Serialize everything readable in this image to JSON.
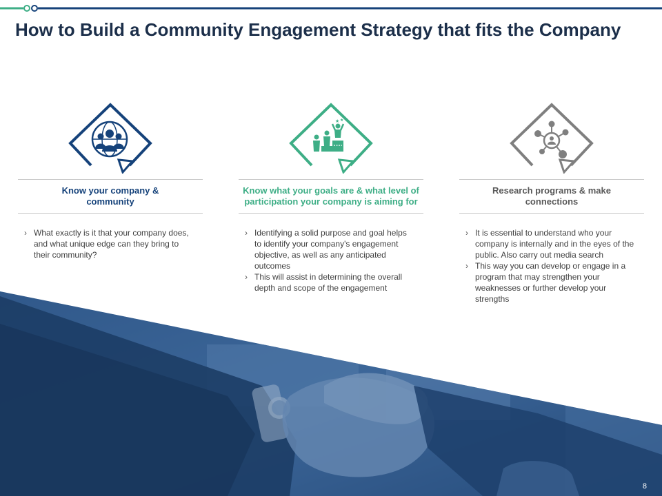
{
  "slide": {
    "title": "How to Build a Community Engagement Strategy that fits the Company",
    "page_number": "8"
  },
  "colors": {
    "navy": "#15427a",
    "teal": "#3eae86",
    "gray": "#7f7f7f",
    "title": "#1c2f4a"
  },
  "columns": [
    {
      "heading": "Know your company & community",
      "icon": "community-globe-icon",
      "bullets": [
        "What exactly is it that your company does, and what unique edge can they bring to their community?"
      ]
    },
    {
      "heading": "Know what your goals are & what level of participation your company is aiming for",
      "icon": "podium-achievement-icon",
      "bullets": [
        "Identifying a solid purpose and goal helps to identify your company's engagement objective, as well as any anticipated outcomes",
        "This will assist in determining the overall depth and scope of the engagement"
      ]
    },
    {
      "heading": "Research programs & make connections",
      "icon": "network-connections-icon",
      "bullets": [
        "It is essential to understand who your company is internally and in the eyes of the public. Also carry out media search",
        "This way you can develop or engage in a program that may strengthen your weaknesses or further develop your strengths"
      ]
    }
  ]
}
